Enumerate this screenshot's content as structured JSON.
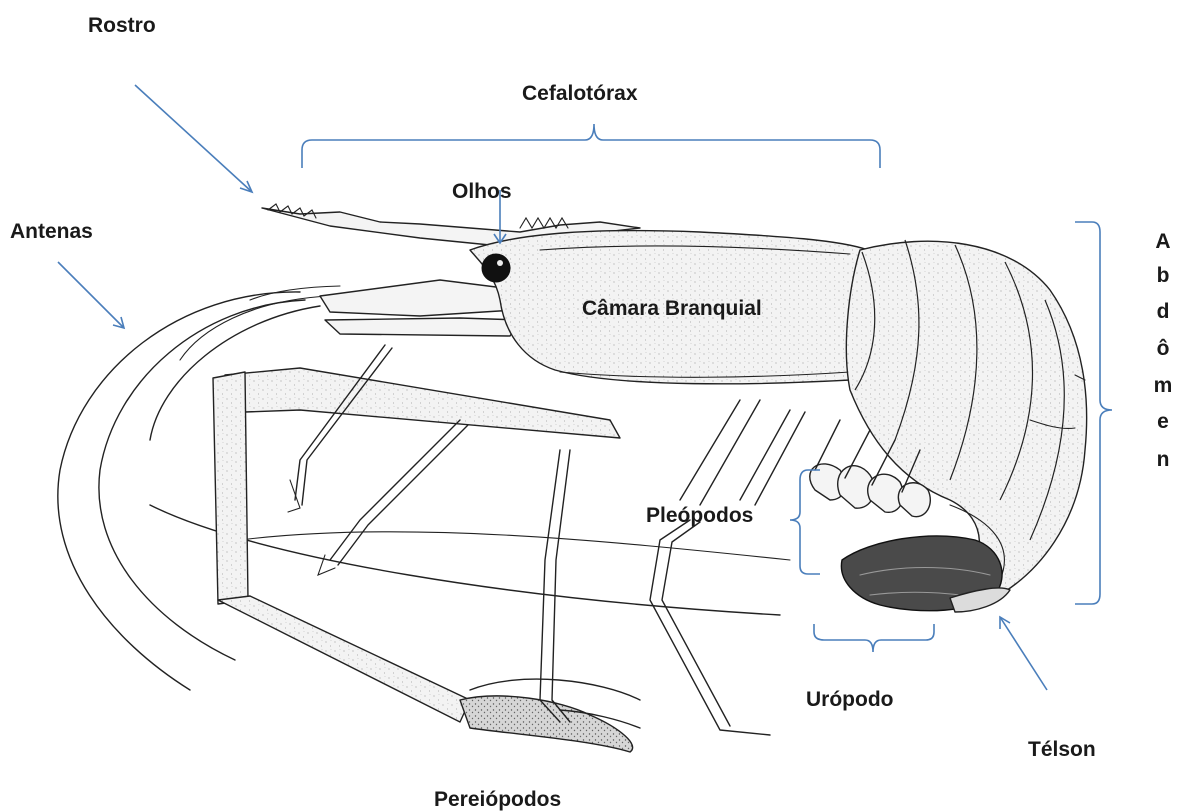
{
  "labels": {
    "rostro": "Rostro",
    "cefalotorax": "Cefalotórax",
    "olhos": "Olhos",
    "antenas": "Antenas",
    "camara_branquial": "Câmara Branquial",
    "abdomen_letters": [
      "A",
      "b",
      "d",
      "ô",
      "m",
      "e",
      "n"
    ],
    "pleopodos": "Pleópodos",
    "uropodo": "Urópodo",
    "telson": "Télson",
    "pereiopodos": "Pereiópodos"
  },
  "colors": {
    "pointer": "#4a7ebb",
    "ink": "#222222",
    "label": "#1a1a1a",
    "tail_fan": "#4a4a4a"
  }
}
